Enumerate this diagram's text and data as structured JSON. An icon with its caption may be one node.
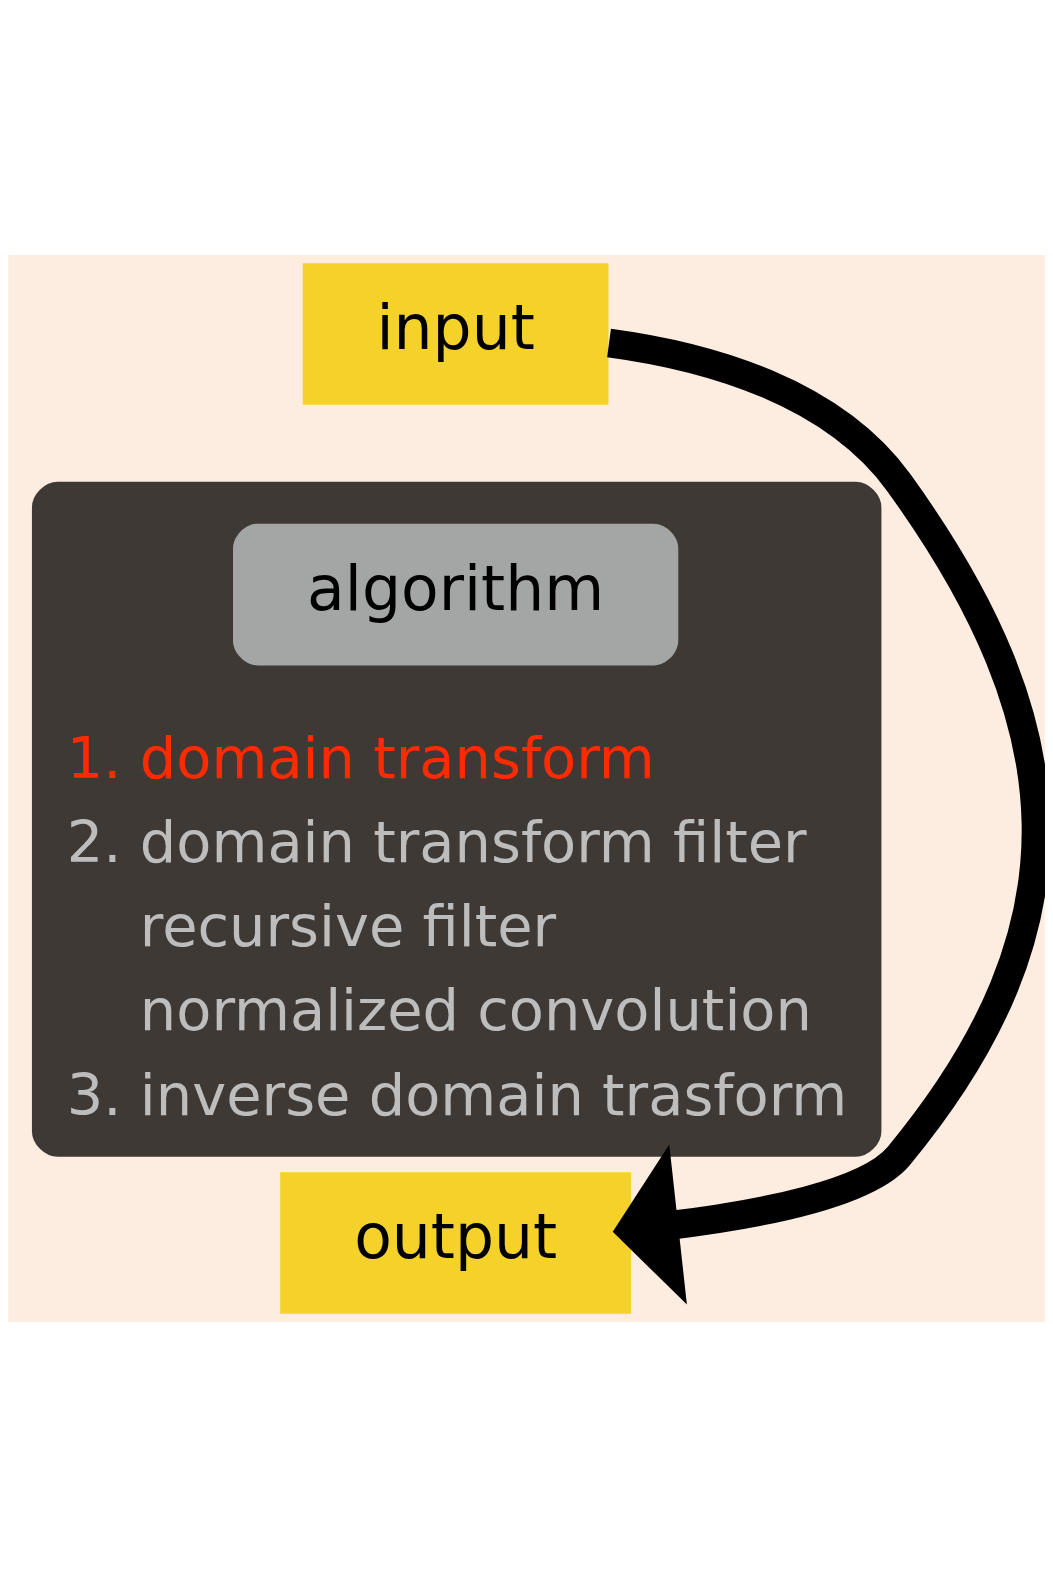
{
  "diagram": {
    "nodes": [
      {
        "text": [
          "input"
        ]
      },
      {
        "text": [
          "1. domain transform",
          "2. domain transform filter",
          "recursive filter",
          "normalized convolution",
          "3. inverse domain trasform"
        ]
      },
      {
        "text": [
          "algorithm"
        ],
        "in": 1
      },
      {
        "text": [
          "output"
        ]
      }
    ],
    "edges": [
      {
        "from": 0,
        "to": 3,
        "arrow": "to"
      }
    ]
  }
}
